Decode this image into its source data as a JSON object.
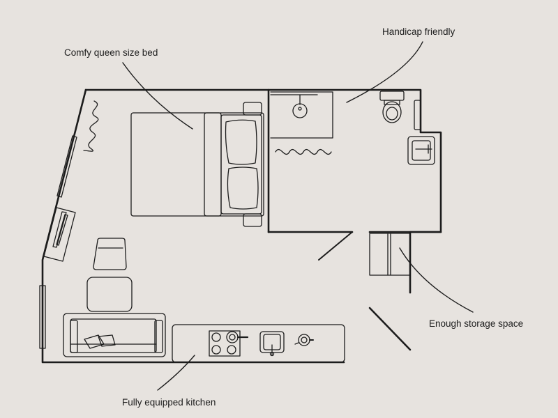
{
  "annotations": {
    "bed": "Comfy queen size bed",
    "handicap": "Handicap friendly",
    "storage": "Enough storage space",
    "kitchen": "Fully equipped kitchen"
  },
  "colors": {
    "background": "#e7e3df",
    "line": "#1c1c1c"
  }
}
